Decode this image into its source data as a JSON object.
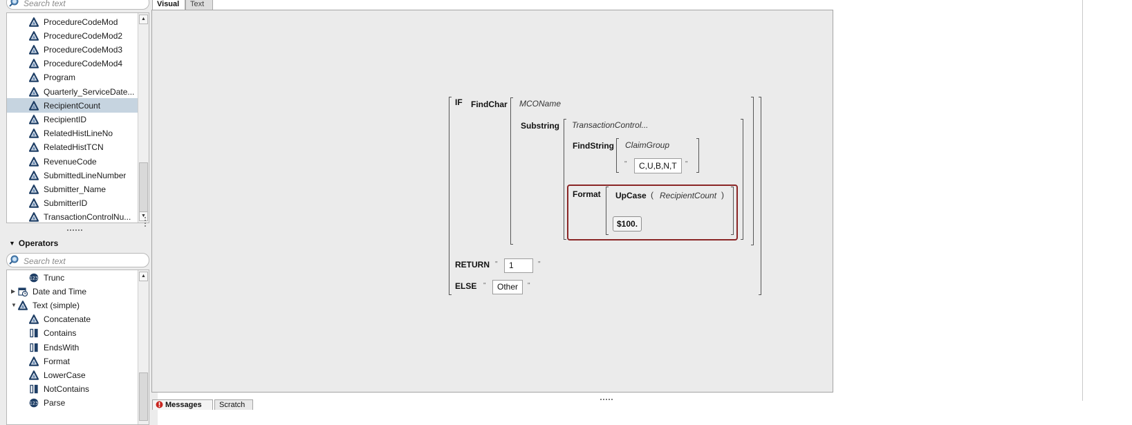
{
  "columns_panel": {
    "search": {
      "placeholder": "Search text"
    },
    "items": [
      {
        "label": "ProcedureCodeMod",
        "icon": "character-column-icon",
        "selected": false
      },
      {
        "label": "ProcedureCodeMod2",
        "icon": "character-column-icon",
        "selected": false
      },
      {
        "label": "ProcedureCodeMod3",
        "icon": "character-column-icon",
        "selected": false
      },
      {
        "label": "ProcedureCodeMod4",
        "icon": "character-column-icon",
        "selected": false
      },
      {
        "label": "Program",
        "icon": "character-column-icon",
        "selected": false
      },
      {
        "label": "Quarterly_ServiceDate...",
        "icon": "character-column-icon",
        "selected": false
      },
      {
        "label": "RecipientCount",
        "icon": "character-column-icon",
        "selected": true
      },
      {
        "label": "RecipientID",
        "icon": "character-column-icon",
        "selected": false
      },
      {
        "label": "RelatedHistLineNo",
        "icon": "character-column-icon",
        "selected": false
      },
      {
        "label": "RelatedHistTCN",
        "icon": "character-column-icon",
        "selected": false
      },
      {
        "label": "RevenueCode",
        "icon": "character-column-icon",
        "selected": false
      },
      {
        "label": "SubmittedLineNumber",
        "icon": "character-column-icon",
        "selected": false
      },
      {
        "label": "Submitter_Name",
        "icon": "character-column-icon",
        "selected": false
      },
      {
        "label": "SubmitterID",
        "icon": "character-column-icon",
        "selected": false
      },
      {
        "label": "TransactionControlNu...",
        "icon": "character-column-icon",
        "selected": false
      }
    ]
  },
  "operators_panel": {
    "title": "Operators",
    "search": {
      "placeholder": "Search text"
    },
    "items": [
      {
        "label": "Trunc",
        "icon": "numeric-function-icon",
        "indent": 1
      },
      {
        "label": "Date and Time",
        "icon": "calendar-clock-icon",
        "indent": 0,
        "expander": "collapsed"
      },
      {
        "label": "Text (simple)",
        "icon": "character-column-icon",
        "indent": 0,
        "expander": "expanded"
      },
      {
        "label": "Concatenate",
        "icon": "character-column-icon",
        "indent": 1
      },
      {
        "label": "Contains",
        "icon": "boolean-function-icon",
        "indent": 1
      },
      {
        "label": "EndsWith",
        "icon": "boolean-function-icon",
        "indent": 1
      },
      {
        "label": "Format",
        "icon": "character-column-icon",
        "indent": 1
      },
      {
        "label": "LowerCase",
        "icon": "character-column-icon",
        "indent": 1
      },
      {
        "label": "NotContains",
        "icon": "boolean-function-icon",
        "indent": 1
      },
      {
        "label": "Parse",
        "icon": "numeric-function-icon",
        "indent": 1
      }
    ]
  },
  "editor_tabs": [
    "Visual",
    "Text"
  ],
  "expression": {
    "if_kw": "IF",
    "findchar_kw": "FindChar",
    "mconame": "MCOName",
    "substring_kw": "Substring",
    "txn_arg": "TransactionControl...",
    "findstring_kw": "FindString",
    "claimgroup": "ClaimGroup",
    "quote": "\"",
    "cubnt": "C,U,B,N,T",
    "format_kw": "Format",
    "upcase_kw": "UpCase",
    "paren_open": "(",
    "paren_close": ")",
    "recipientcount": "RecipientCount",
    "fmt_value": "$100.",
    "return_kw": "RETURN",
    "return_value": "1",
    "else_kw": "ELSE",
    "else_value": "Other"
  },
  "bottom_tabs": [
    "Messages",
    "Scratch"
  ],
  "colors": {
    "selection": "#c6d4e0",
    "highlight_border": "#8a2525",
    "icon_blue": "#1f3f66",
    "canvas": "#ebebeb"
  }
}
